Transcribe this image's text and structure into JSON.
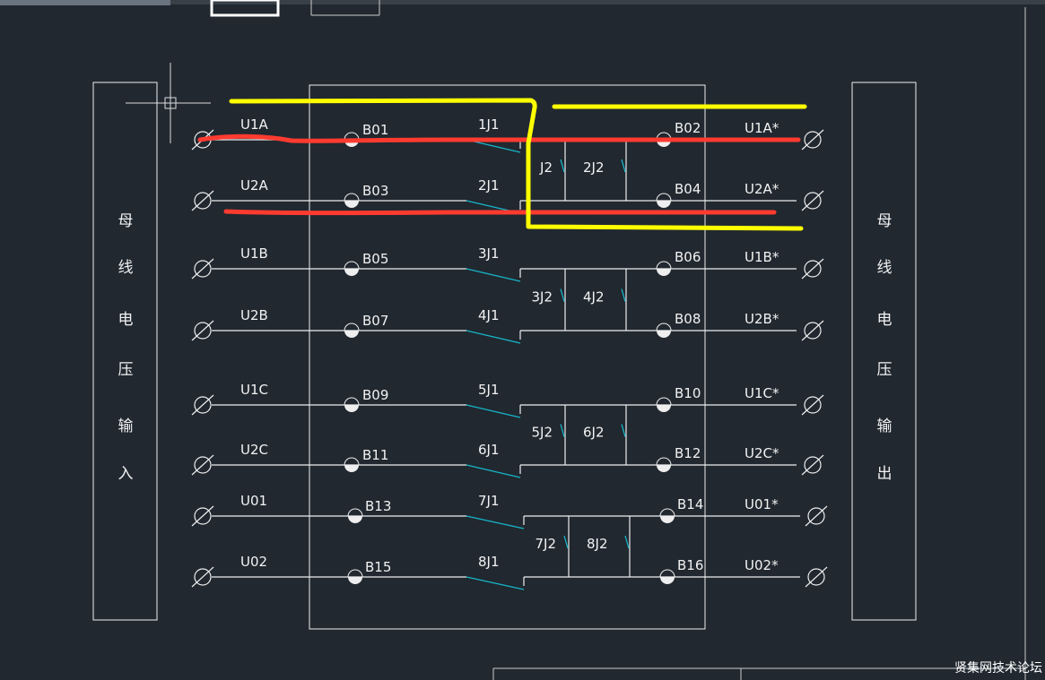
{
  "colors": {
    "background": "#212830",
    "wire": "#eeeeee",
    "contact": "#17b5c9",
    "highlight_red": "#ff3b30",
    "highlight_yellow": "#ffff00"
  },
  "left_panel": {
    "title_chars": [
      "母",
      "线",
      "电",
      "压",
      "输",
      "入"
    ]
  },
  "right_panel": {
    "title_chars": [
      "母",
      "线",
      "电",
      "压",
      "输",
      "出"
    ]
  },
  "rows": [
    {
      "in_label": "U1A",
      "left_terminal": "B01",
      "relay_j1": "1J1",
      "right_terminal": "B02",
      "out_label": "U1A*"
    },
    {
      "in_label": "U2A",
      "left_terminal": "B03",
      "relay_j1": "2J1",
      "right_terminal": "B04",
      "out_label": "U2A*"
    },
    {
      "in_label": "U1B",
      "left_terminal": "B05",
      "relay_j1": "3J1",
      "right_terminal": "B06",
      "out_label": "U1B*"
    },
    {
      "in_label": "U2B",
      "left_terminal": "B07",
      "relay_j1": "4J1",
      "right_terminal": "B08",
      "out_label": "U2B*"
    },
    {
      "in_label": "U1C",
      "left_terminal": "B09",
      "relay_j1": "5J1",
      "right_terminal": "B10",
      "out_label": "U1C*"
    },
    {
      "in_label": "U2C",
      "left_terminal": "B11",
      "relay_j1": "6J1",
      "right_terminal": "B12",
      "out_label": "U2C*"
    },
    {
      "in_label": "U01",
      "left_terminal": "B13",
      "relay_j1": "7J1",
      "right_terminal": "B14",
      "out_label": "U01*"
    },
    {
      "in_label": "U02",
      "left_terminal": "B15",
      "relay_j1": "8J1",
      "right_terminal": "B16",
      "out_label": "U02*"
    }
  ],
  "j2_pairs": [
    {
      "a": "J2",
      "b": "2J2"
    },
    {
      "a": "3J2",
      "b": "4J2"
    },
    {
      "a": "5J2",
      "b": "6J2"
    },
    {
      "a": "7J2",
      "b": "8J2"
    }
  ],
  "watermark": "贤集网技术论坛"
}
